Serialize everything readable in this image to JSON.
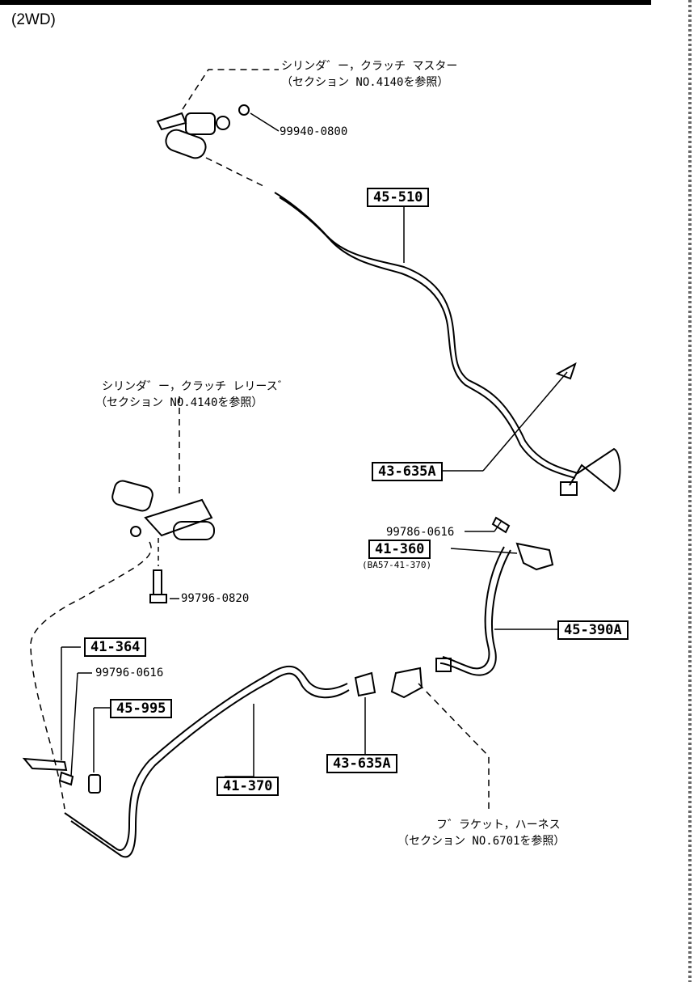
{
  "title": "(2WD)",
  "callouts": {
    "master_cyl": {
      "line1": "シリンダ゛ー，クラッチ マスター",
      "line2": "（セクション NO.4140を参照）"
    },
    "release_cyl": {
      "line1": "シリンダ゛ー，クラッチ レリース゛",
      "line2": "（セクション NO.4140を参照）"
    },
    "bracket_harness": {
      "line1": "フ゛ラケット，ハーネス",
      "line2": "（セクション NO.6701を参照）"
    }
  },
  "part_numbers": {
    "p45_510": "45-510",
    "p43_635a_top": "43-635A",
    "p41_360": "41-360",
    "p41_360_sub": "(BA57-41-370)",
    "p45_390a": "45-390A",
    "p41_364": "41-364",
    "p45_995": "45-995",
    "p41_370": "41-370",
    "p43_635a_bottom": "43-635A"
  },
  "bolt_numbers": {
    "b99940": "99940-0800",
    "b99786": "99786-0616",
    "b99796_0820": "99796-0820",
    "b99796_0616": "99796-0616"
  }
}
